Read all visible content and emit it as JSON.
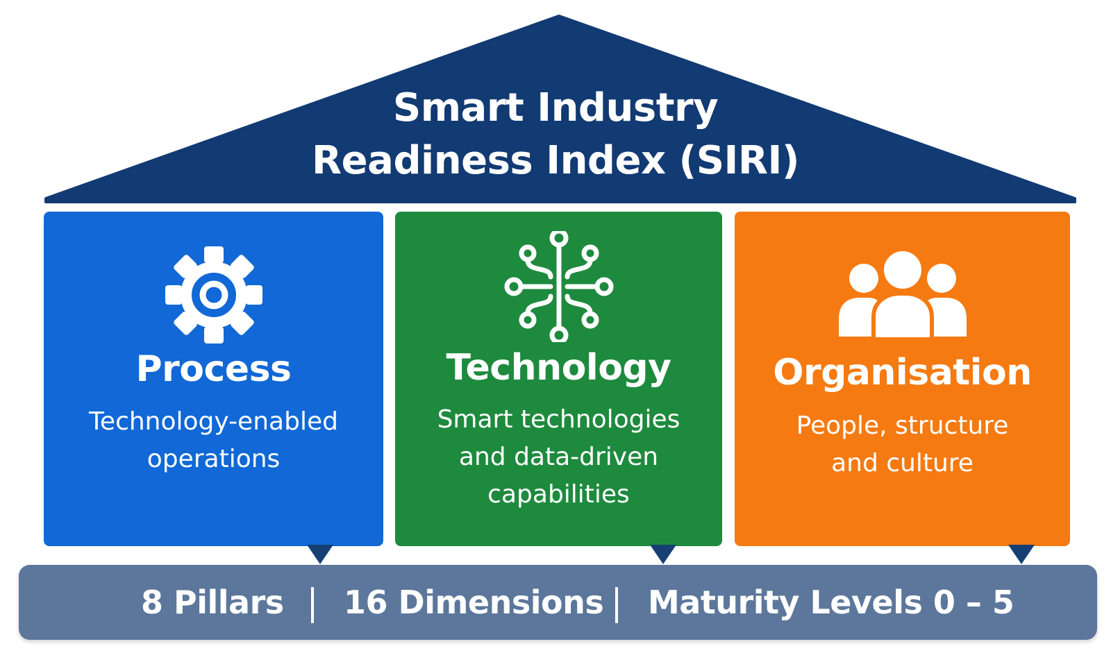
{
  "roof": {
    "title_line1": "Smart Industry",
    "title_line2": "Readiness Index (SIRI)",
    "color": "#123a73"
  },
  "pillars": [
    {
      "icon": "gear-icon",
      "title": "Process",
      "desc_line1": "Technology-enabled",
      "desc_line2": "operations",
      "color": "#1168d6"
    },
    {
      "icon": "circuit-icon",
      "title": "Technology",
      "desc_line1": "Smart technologies",
      "desc_line2": "and data-driven",
      "desc_line3": "capabilities",
      "color": "#1e8a3e"
    },
    {
      "icon": "people-group-icon",
      "title": "Organisation",
      "desc_line1": "People, structure",
      "desc_line2": "and culture",
      "color": "#f57a11"
    }
  ],
  "base": {
    "item1": "8 Pillars",
    "item2": "16 Dimensions",
    "item3": "Maturity Levels 0 – 5",
    "color": "#5c779b",
    "pointer_color": "#163f73"
  }
}
